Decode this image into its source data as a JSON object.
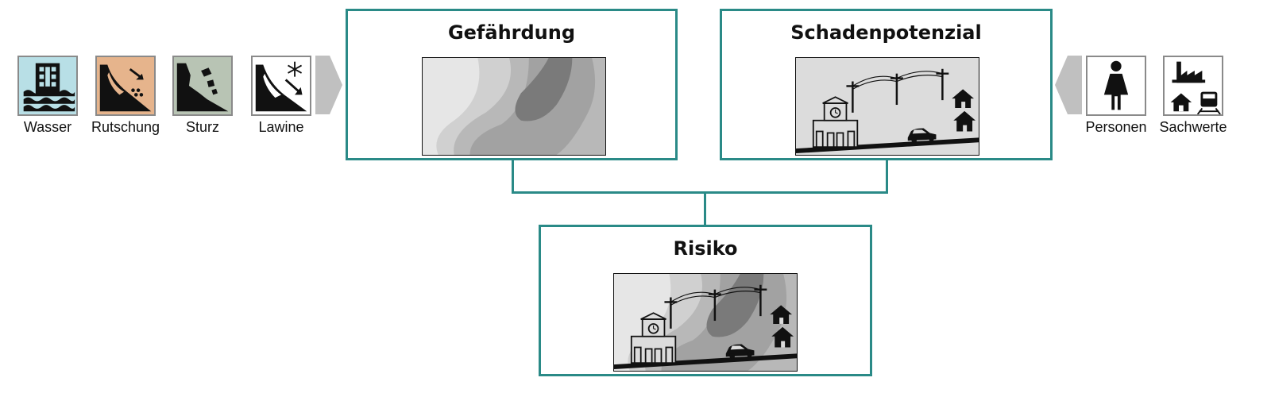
{
  "colors": {
    "box_border": "#2a8a87",
    "water_tile": "#b8dfe6",
    "landslide_tile": "#e6b48c",
    "rockfall_tile": "#b8c4b4",
    "avalanche_tile": "#ffffff",
    "arrow_gray": "#c0c0c0"
  },
  "hazard_types": [
    {
      "label": "Wasser",
      "icon": "flood-building-icon"
    },
    {
      "label": "Rutschung",
      "icon": "landslide-icon"
    },
    {
      "label": "Sturz",
      "icon": "rockfall-icon"
    },
    {
      "label": "Lawine",
      "icon": "avalanche-icon"
    }
  ],
  "exposure_types": [
    {
      "label": "Personen",
      "icon": "person-icon"
    },
    {
      "label": "Sachwerte",
      "icon": "assets-icon"
    }
  ],
  "boxes": {
    "hazard": {
      "title": "Gefährdung",
      "image": "hazard-map-icon"
    },
    "damage": {
      "title": "Schadenpotenzial",
      "image": "damage-scene-icon"
    },
    "risk": {
      "title": "Risiko",
      "image": "risk-overlay-icon"
    }
  }
}
